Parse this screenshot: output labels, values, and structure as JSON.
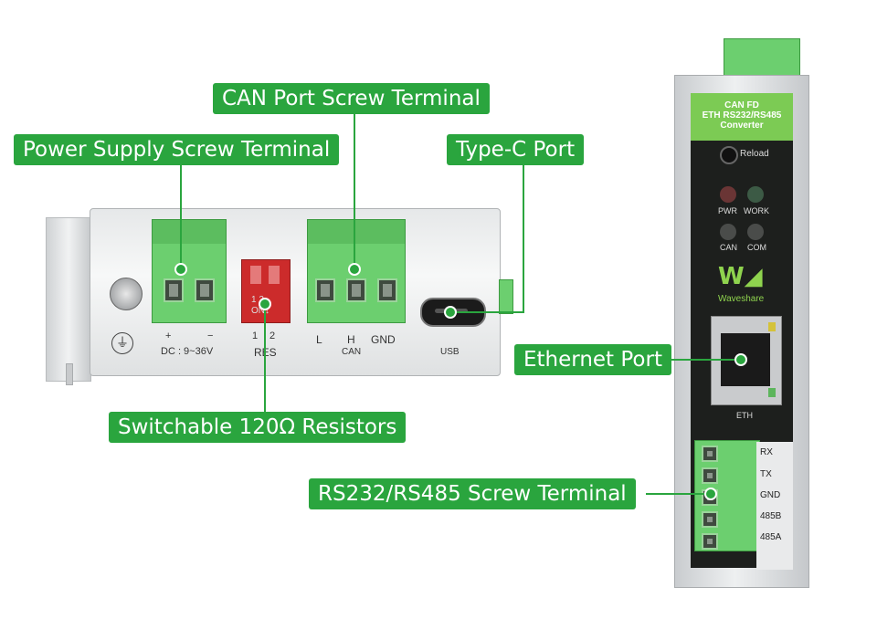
{
  "callouts": {
    "can_port": "CAN Port Screw Terminal",
    "power_supply": "Power Supply Screw Terminal",
    "type_c": "Type-C Port",
    "ethernet": "Ethernet Port",
    "resistors": "Switchable 120Ω Resistors",
    "rs232_485": "RS232/RS485 Screw Terminal"
  },
  "bottom_panel": {
    "plus": "+",
    "minus": "−",
    "dc_label": "DC : 9~36V",
    "sw_1": "1",
    "sw_2": "2",
    "res": "RES",
    "switch_top": "1  2",
    "switch_on": "ON↓",
    "l": "L",
    "h": "H",
    "gnd": "GND",
    "can": "CAN",
    "usb": "USB"
  },
  "front_panel": {
    "title_line1": "CAN FD",
    "title_line2": "ETH RS232/RS485",
    "title_line3": "Converter",
    "reload": "Reload",
    "pwr": "PWR",
    "work": "WORK",
    "can": "CAN",
    "com": "COM",
    "brand": "Waveshare",
    "eth": "ETH",
    "pins": [
      "RX",
      "TX",
      "GND",
      "485B",
      "485A"
    ]
  },
  "colors": {
    "accent_green": "#2aa53e",
    "terminal_green": "#6ccf6f",
    "panel_black": "#1d1f1d"
  }
}
